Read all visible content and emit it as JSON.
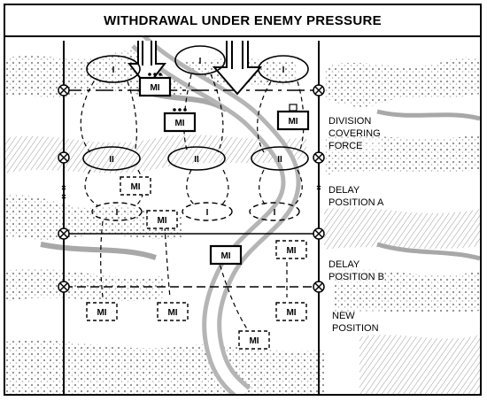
{
  "title": "WITHDRAWAL UNDER ENEMY PRESSURE",
  "phase_lines": [
    {
      "id": "division-covering-force",
      "lines": [
        "DIVISION",
        "COVERING",
        "FORCE"
      ]
    },
    {
      "id": "delay-position-a",
      "lines": [
        "DELAY",
        "POSITION A"
      ]
    },
    {
      "id": "delay-position-b",
      "lines": [
        "DELAY",
        "POSITION B"
      ]
    },
    {
      "id": "new-position",
      "lines": [
        "NEW",
        "POSITION"
      ]
    }
  ],
  "unit_label": "MI",
  "battalion_mark": "II",
  "company_mark": "I",
  "colors": {
    "ink": "#000000",
    "terrain": "#8a8a8a",
    "river": "#b5b5b5",
    "paper": "#ffffff"
  }
}
